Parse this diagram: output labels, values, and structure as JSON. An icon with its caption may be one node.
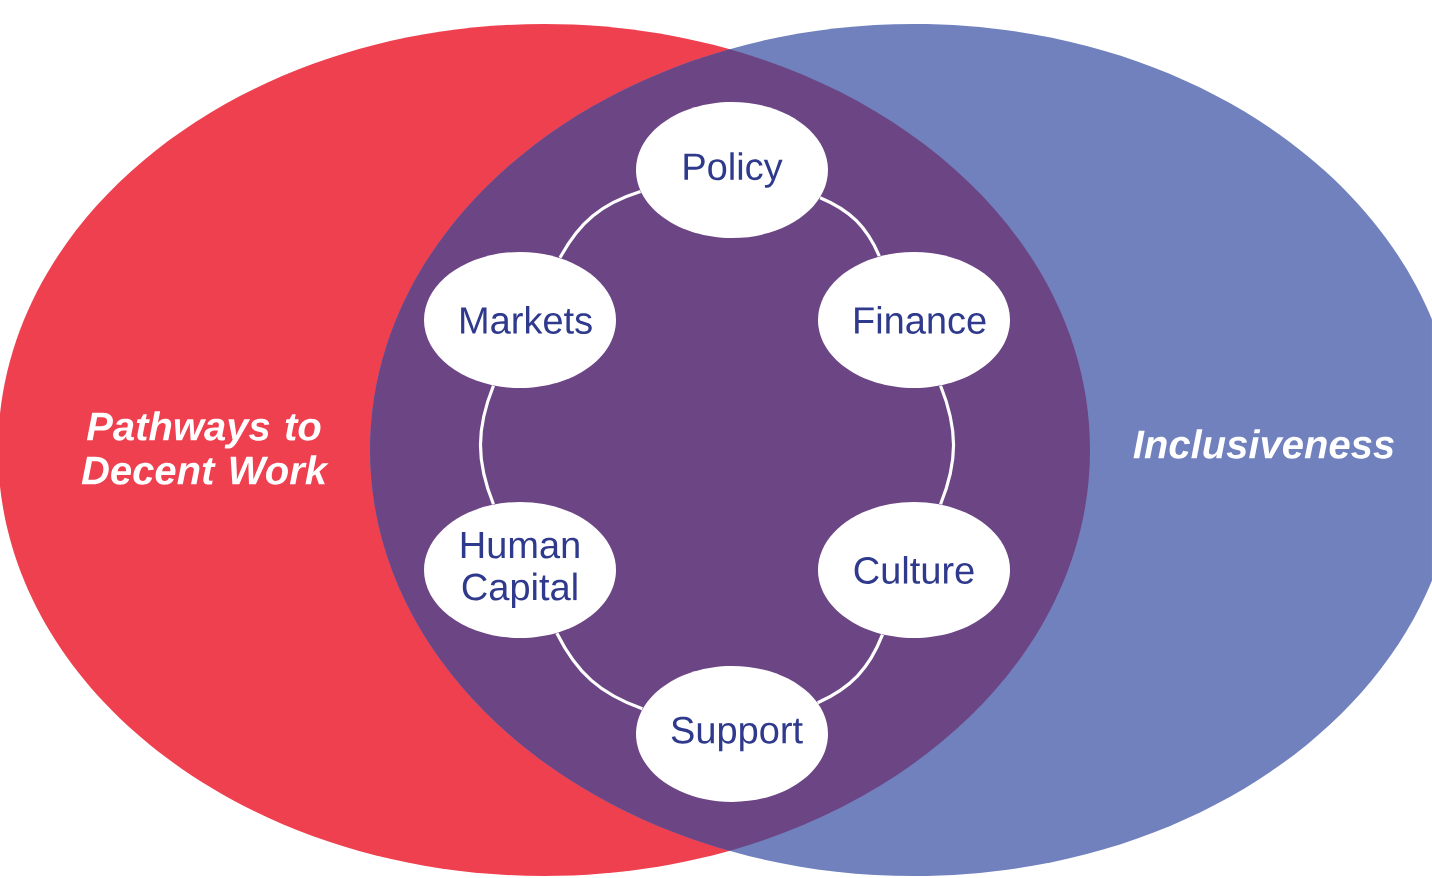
{
  "diagram": {
    "nodes": [
      {
        "text": [
          "Pathways to Decent Work"
        ]
      },
      {
        "text": [
          "Inclusiveness"
        ]
      },
      {
        "text": [
          "Policy"
        ]
      },
      {
        "text": [
          "Markets"
        ]
      },
      {
        "text": [
          "Finance"
        ]
      },
      {
        "text": [
          "Human Capital"
        ]
      },
      {
        "text": [
          "Culture"
        ]
      },
      {
        "text": [
          "Support"
        ]
      }
    ],
    "edges": [
      {
        "from": 2,
        "to": 4,
        "arrow": "none"
      },
      {
        "from": 4,
        "to": 6,
        "arrow": "none"
      },
      {
        "from": 6,
        "to": 7,
        "arrow": "none"
      },
      {
        "from": 7,
        "to": 5,
        "arrow": "none"
      },
      {
        "from": 5,
        "to": 3,
        "arrow": "none"
      },
      {
        "from": 3,
        "to": 2,
        "arrow": "none"
      }
    ]
  }
}
